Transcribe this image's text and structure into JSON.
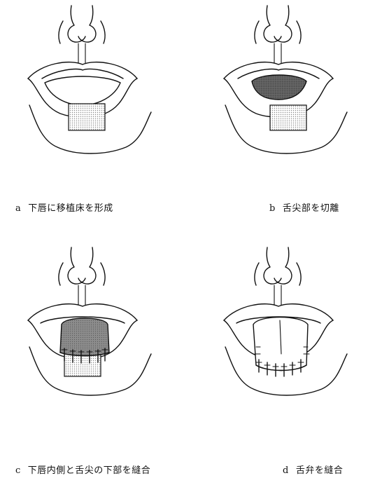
{
  "panels": [
    {
      "id": "a",
      "letter": "a",
      "caption": "下唇に移植床を形成"
    },
    {
      "id": "b",
      "letter": "b",
      "caption": "舌尖部を切離"
    },
    {
      "id": "c",
      "letter": "c",
      "caption": "下唇内側と舌尖の下部を縫合"
    },
    {
      "id": "d",
      "letter": "d",
      "caption": "舌弁を縫合"
    }
  ],
  "colors": {
    "ink": "#111111",
    "stipple": "#9a9a9a",
    "tongue_dark": "#555555"
  }
}
